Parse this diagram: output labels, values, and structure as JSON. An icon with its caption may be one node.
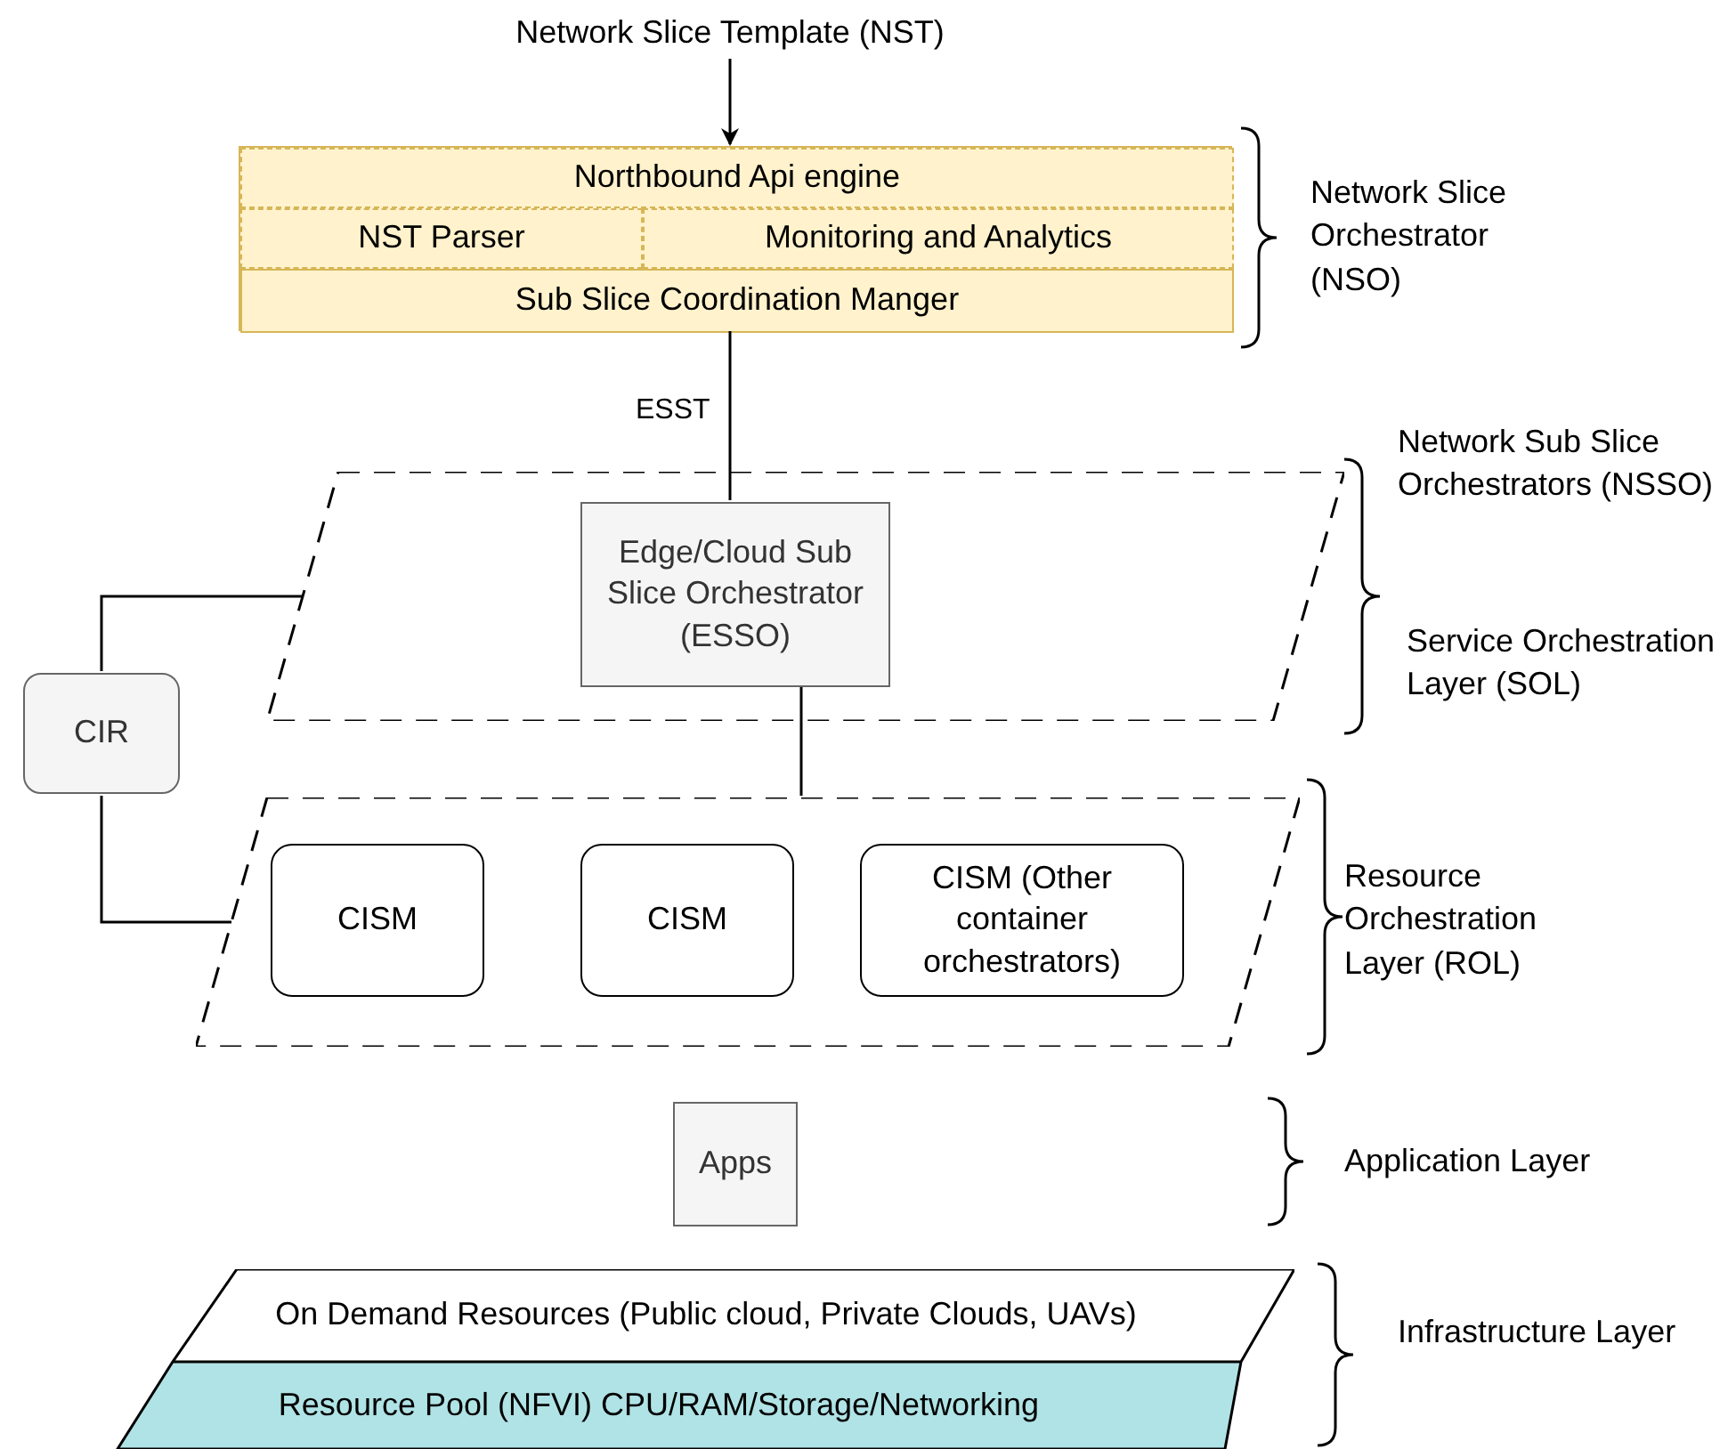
{
  "diagram": {
    "nodes": [
      {
        "text": [
          "Network Slice Template (NST)"
        ]
      },
      {
        "text": [],
        "shape": "box"
      },
      {
        "text": [
          "Northbound Api engine"
        ],
        "in": 1
      },
      {
        "text": [
          "NST Parser"
        ],
        "in": 1
      },
      {
        "text": [
          "Monitoring and Analytics"
        ],
        "in": 1
      },
      {
        "text": [
          "Sub Slice Coordination Manger"
        ],
        "in": 1
      },
      {
        "text": [],
        "shape": "parallelogram"
      },
      {
        "text": [
          "Edge/Cloud Sub Slice Orchestrator (ESSO)"
        ],
        "in": 6
      },
      {
        "text": [
          "CIR"
        ]
      },
      {
        "text": [],
        "shape": "parallelogram"
      },
      {
        "text": [
          "CISM"
        ],
        "in": 9
      },
      {
        "text": [
          "CISM"
        ],
        "in": 9
      },
      {
        "text": [
          "CISM (Other container orchestrators)"
        ],
        "in": 9
      },
      {
        "text": [
          "Apps"
        ]
      },
      {
        "text": [
          "On Demand Resources (Public cloud, Private Clouds, UAVs)"
        ]
      },
      {
        "text": [
          "Resource Pool (NFVI) CPU/RAM/Storage/Networking"
        ]
      }
    ],
    "edges": [
      {
        "from": 0,
        "to": 1,
        "arrow": "to"
      },
      {
        "from": 1,
        "to": 7,
        "arrow": "none",
        "label": "ESST"
      },
      {
        "from": 7,
        "to": 9,
        "arrow": "none"
      },
      {
        "from": 8,
        "to": 6,
        "arrow": "none"
      },
      {
        "from": 8,
        "to": 9,
        "arrow": "none"
      }
    ],
    "labels": [
      "Network Slice Orchestrator (NSO)",
      "Network Sub Slice Orchestrators (NSSO)",
      "Service Orchestration Layer (SOL)",
      "Resource Orchestration Layer (ROL)",
      "Application Layer",
      "Infrastructure Layer"
    ]
  }
}
